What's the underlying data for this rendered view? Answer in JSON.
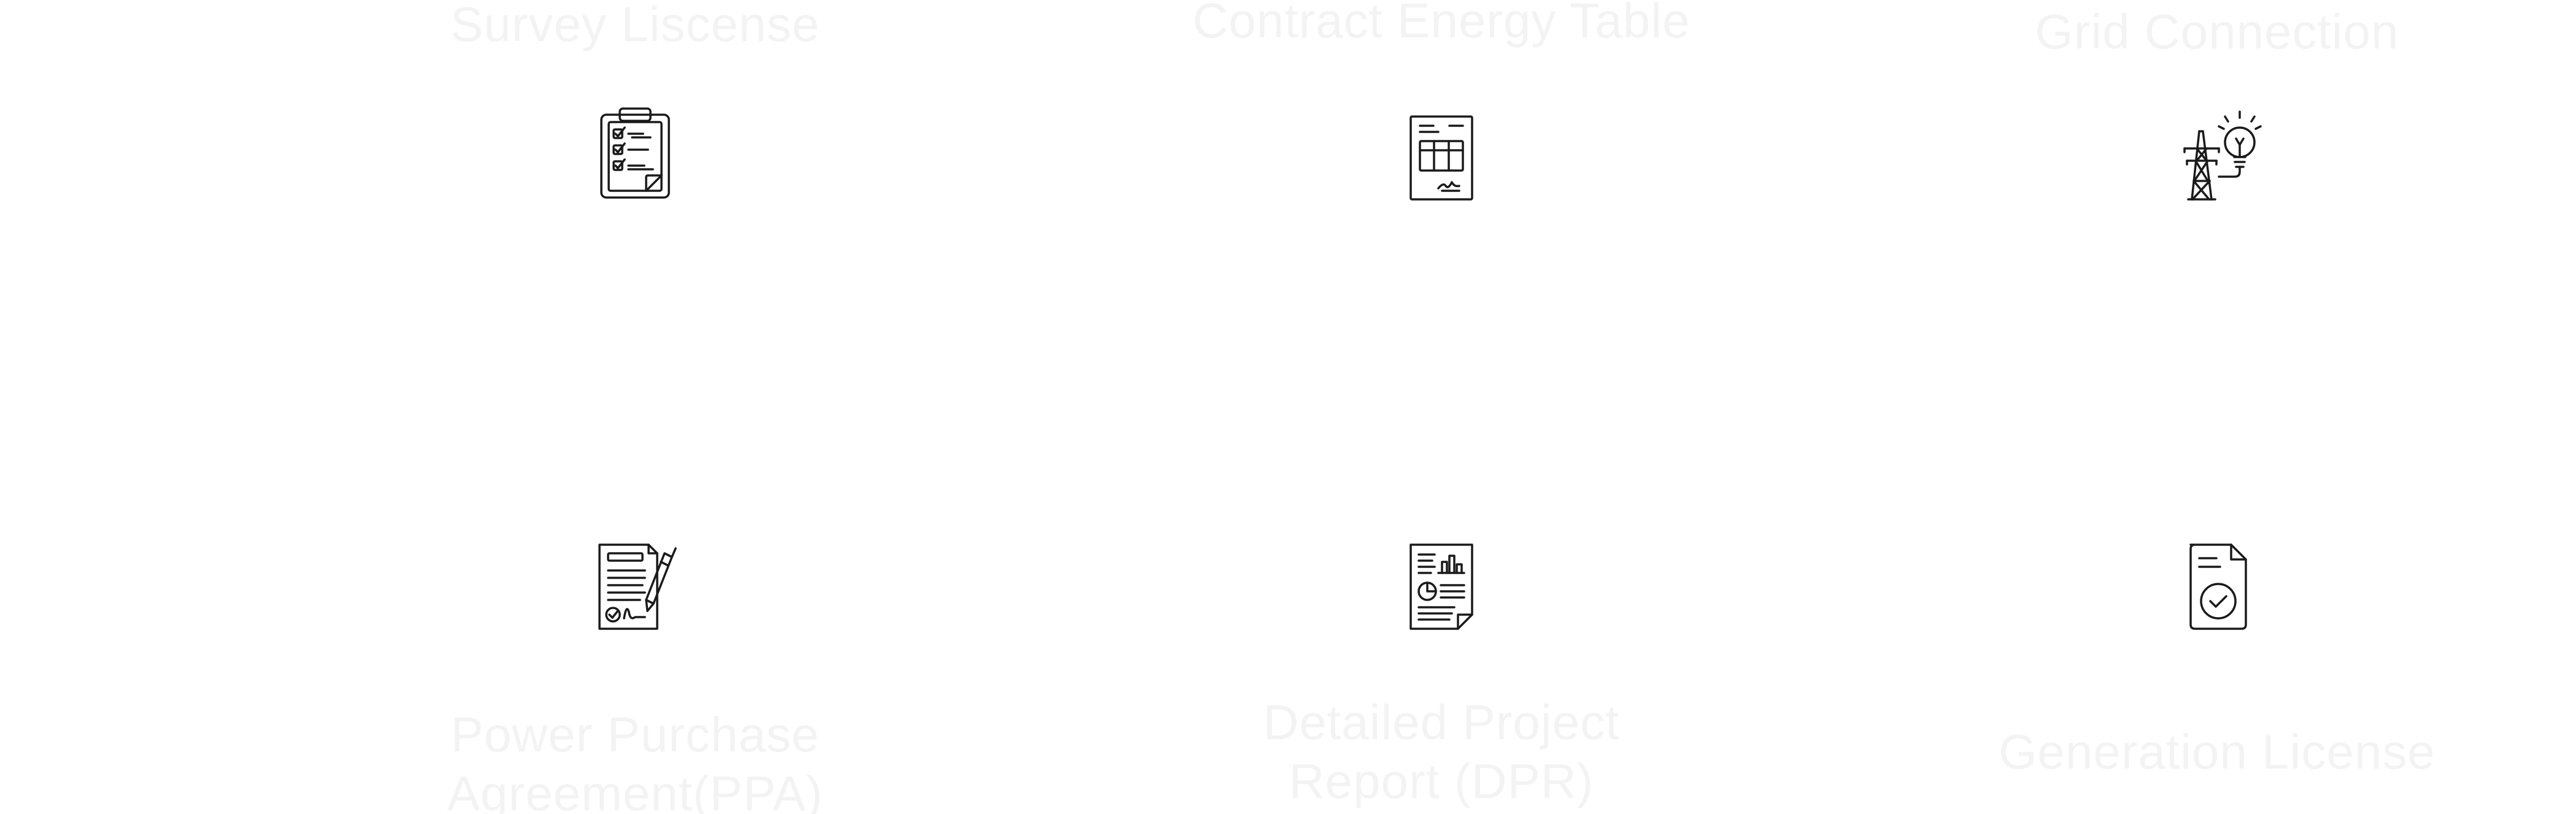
{
  "colors": {
    "background": "#ffffff",
    "label_text": "#f3f3f3",
    "icon_stroke": "#1a1a1a"
  },
  "items": [
    {
      "label": "Survey Liscense",
      "icon": "checklist-clipboard-icon"
    },
    {
      "label": "Contract Energy Table",
      "icon": "contract-table-document-icon"
    },
    {
      "label": "Grid Connection",
      "icon": "power-tower-lightbulb-icon"
    },
    {
      "label_lines": [
        "Power Purchase",
        "Agreement(PPA)"
      ],
      "icon": "signed-agreement-pen-icon"
    },
    {
      "label_lines": [
        "Detailed Project",
        "Report (DPR)"
      ],
      "icon": "report-chart-document-icon"
    },
    {
      "label": "Generation License",
      "icon": "approved-document-icon"
    }
  ]
}
